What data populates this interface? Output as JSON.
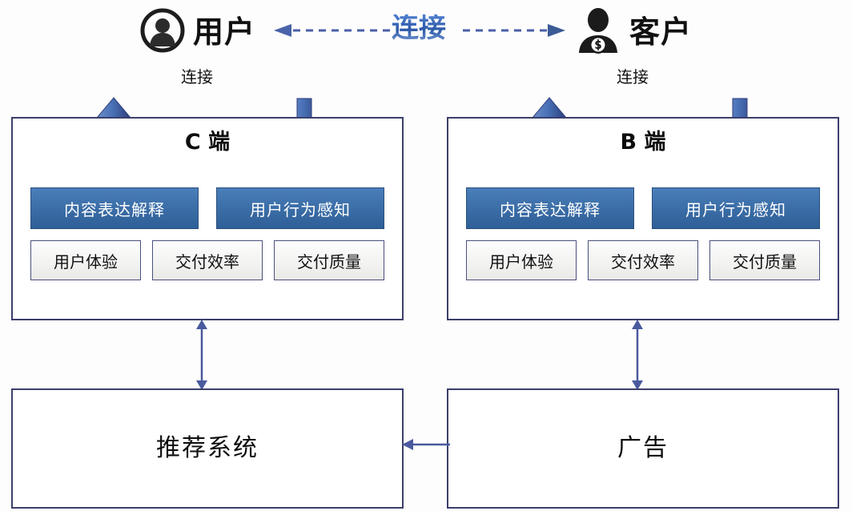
{
  "diagram": {
    "actors": [
      {
        "icon": "user-avatar-icon",
        "label": "用户"
      },
      {
        "icon": "customer-money-icon",
        "label": "客户"
      }
    ],
    "top_link_label": "连接",
    "side_link_labels": [
      "连接",
      "连接"
    ],
    "panels": [
      {
        "title": "C 端",
        "blue_boxes": [
          "内容表达解释",
          "用户行为感知"
        ],
        "light_boxes": [
          "用户体验",
          "交付效率",
          "交付质量"
        ]
      },
      {
        "title": "B 端",
        "blue_boxes": [
          "内容表达解释",
          "用户行为感知"
        ],
        "light_boxes": [
          "用户体验",
          "交付效率",
          "交付质量"
        ]
      }
    ],
    "bottom_boxes": [
      {
        "label": "推荐系统"
      },
      {
        "label": "广告"
      }
    ],
    "colors": {
      "panel_border": "#3b3f6b",
      "blue_box": "#3a6ca5",
      "arrow_blue": "#4a6fb5",
      "connect_text": "#2f62b5",
      "text_dark": "#0d0d0d"
    }
  }
}
